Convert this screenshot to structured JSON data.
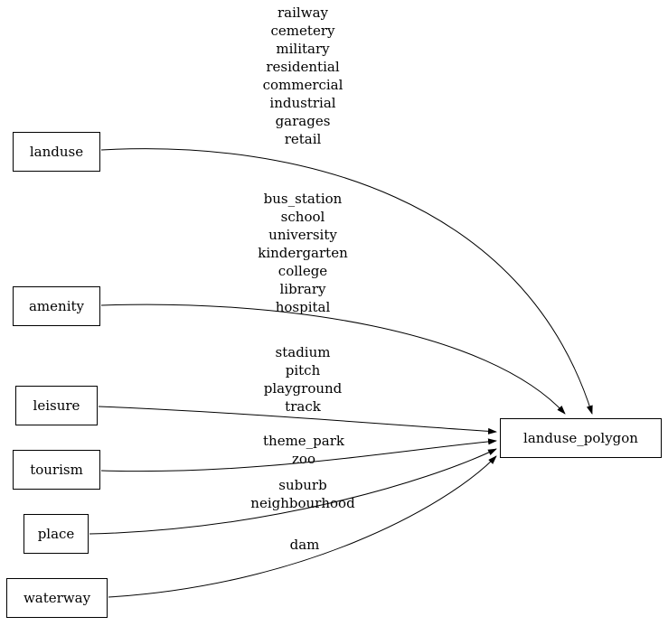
{
  "diagram": {
    "nodes": {
      "landuse": {
        "label": "landuse"
      },
      "amenity": {
        "label": "amenity"
      },
      "leisure": {
        "label": "leisure"
      },
      "tourism": {
        "label": "tourism"
      },
      "place": {
        "label": "place"
      },
      "waterway": {
        "label": "waterway"
      },
      "landuse_polygon": {
        "label": "landuse_polygon"
      }
    },
    "edges": [
      {
        "from": "landuse",
        "to": "landuse_polygon",
        "label": "railway\ncemetery\nmilitary\nresidential\ncommercial\nindustrial\ngarages\nretail"
      },
      {
        "from": "amenity",
        "to": "landuse_polygon",
        "label": "bus_station\nschool\nuniversity\nkindergarten\ncollege\nlibrary\nhospital"
      },
      {
        "from": "leisure",
        "to": "landuse_polygon",
        "label": "stadium\npitch\nplayground\ntrack"
      },
      {
        "from": "tourism",
        "to": "landuse_polygon",
        "label": "theme_park\nzoo"
      },
      {
        "from": "place",
        "to": "landuse_polygon",
        "label": "suburb\nneighbourhood"
      },
      {
        "from": "waterway",
        "to": "landuse_polygon",
        "label": "dam"
      }
    ],
    "colors": {
      "stroke": "#000000",
      "background": "#ffffff"
    }
  }
}
